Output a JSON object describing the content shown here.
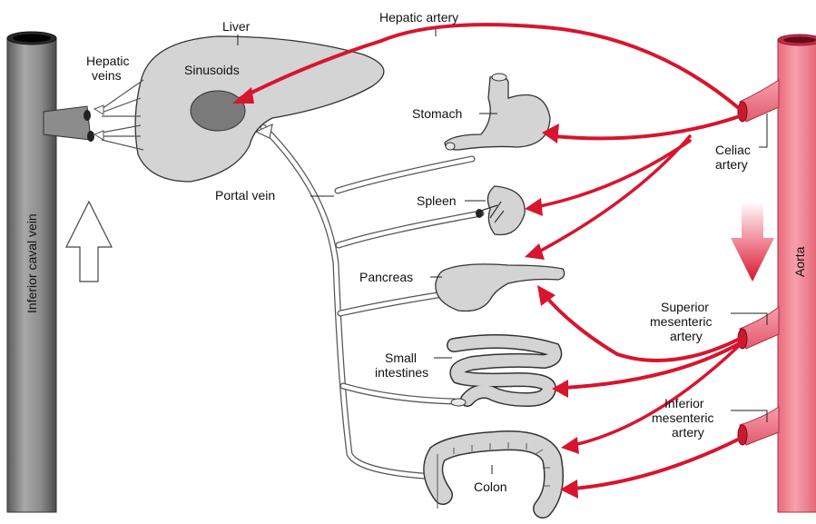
{
  "labels": {
    "liver": "Liver",
    "sinusoids": "Sinusoids",
    "hepatic_veins_line1": "Hepatic",
    "hepatic_veins_line2": "veins",
    "hepatic_artery": "Hepatic artery",
    "stomach": "Stomach",
    "spleen": "Spleen",
    "pancreas": "Pancreas",
    "small_intestines_line1": "Small",
    "small_intestines_line2": "intestines",
    "colon": "Colon",
    "portal_vein": "Portal vein",
    "celiac_artery_line1": "Celiac",
    "celiac_artery_line2": "artery",
    "superior_mesenteric_line1": "Superior",
    "superior_mesenteric_line2": "mesenteric",
    "superior_mesenteric_line3": "artery",
    "inferior_mesenteric_line1": "Inferior",
    "inferior_mesenteric_line2": "mesenteric",
    "inferior_mesenteric_line3": "artery",
    "inferior_caval_vein": "Inferior caval vein",
    "aorta": "Aorta"
  },
  "colors": {
    "artery_red": "#d8142e",
    "aorta_pink": "#f08090",
    "vena_cava_gray": "#8a8a8a",
    "organ_gray": "#d4d4d4",
    "sinusoid_gray": "#7a7a7a"
  }
}
